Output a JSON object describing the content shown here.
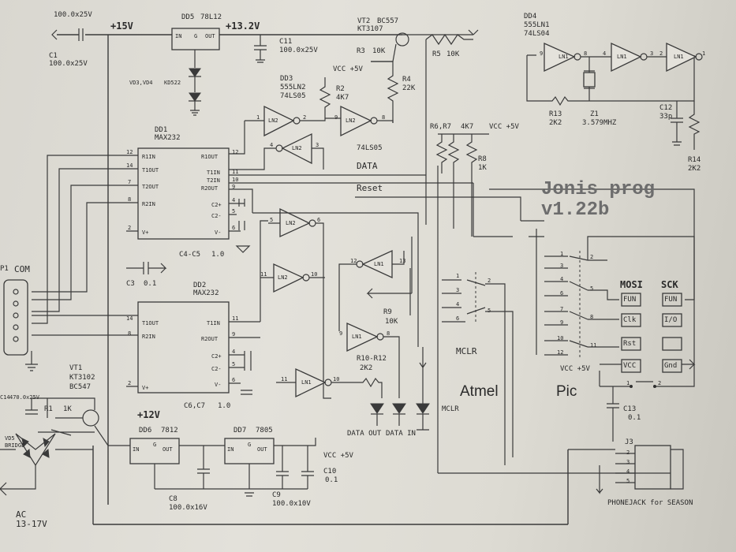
{
  "title": "Jonis prog",
  "version": "v1.22b",
  "rails": {
    "v15": "+15V",
    "v13_2": "+13.2V",
    "v12": "+12V",
    "vcc": "VCC +5V"
  },
  "programmers": {
    "atmel": "Atmel",
    "pic": "Pic"
  },
  "signals": {
    "data": "DATA",
    "reset": "Reset",
    "mclr": "MCLR",
    "mclr_led": "MCLR",
    "data_out": "DATA OUT",
    "data_in": "DATA IN"
  },
  "connectors": {
    "com": {
      "ref": "P1",
      "label": "COM"
    },
    "ac": {
      "label": "AC",
      "range": "13-17V"
    },
    "j3": {
      "ref": "J3",
      "label": "PHONEJACK for SEASON"
    }
  },
  "switch_labels": [
    "MOSI",
    "SCK"
  ],
  "switch_boxes": [
    {
      "left": "FUN",
      "right": "FUN"
    },
    {
      "left": "Clk",
      "right": "I/O"
    },
    {
      "left": "Rst",
      "right": ""
    },
    {
      "left": "VCC",
      "right": "Gnd"
    }
  ],
  "ics": {
    "dd1": {
      "ref": "DD1",
      "part": "MAX232",
      "pins_left": [
        "R1IN",
        "T1OUT",
        "T2OUT",
        "R2IN",
        "V+"
      ],
      "pins_right": [
        "R1OUT",
        "T1IN",
        "T2IN",
        "R2OUT",
        "C2+",
        "C2-",
        "V-"
      ]
    },
    "dd2": {
      "ref": "DD2",
      "part": "MAX232",
      "pins_left": [
        "T1OUT",
        "R2IN",
        "V+"
      ],
      "pins_right": [
        "T1IN",
        "R2OUT",
        "C2+",
        "C2-",
        "V-"
      ]
    },
    "dd3": {
      "ref": "DD3",
      "part": "555LN2",
      "family": "74LS05"
    },
    "dd3_note": "74LS05",
    "dd4": {
      "ref": "DD4",
      "part": "555LN1",
      "family": "74LS04"
    },
    "dd5": {
      "ref": "DD5",
      "part": "78L12",
      "in": "IN",
      "gnd": "G",
      "out": "OUT"
    },
    "dd6": {
      "ref": "DD6",
      "part": "7812",
      "in": "IN",
      "gnd": "G",
      "out": "OUT"
    },
    "dd7": {
      "ref": "DD7",
      "part": "7805",
      "in": "IN",
      "gnd": "G",
      "out": "OUT"
    }
  },
  "gate_labels": {
    "ln2": "LN2",
    "ln1": "LN1"
  },
  "transistors": {
    "vt1": {
      "ref": "VT1",
      "part1": "KT3102",
      "part2": "BC547"
    },
    "vt2": {
      "ref": "VT2",
      "part1": "BC557",
      "part2": "KT3107"
    }
  },
  "components": {
    "c1": {
      "ref": "C1",
      "value": "100.0x25V"
    },
    "c1_top": "100.0x25V",
    "c11": {
      "ref": "C11",
      "value": "100.0x25V"
    },
    "c12": {
      "ref": "C12",
      "value": "33p"
    },
    "c13": {
      "ref": "C13",
      "value": "0.1"
    },
    "c14": {
      "ref": "C14",
      "value": "470.0x25V"
    },
    "c3": {
      "ref": "C3",
      "value": "0.1"
    },
    "c4c5": {
      "ref": "C4-C5",
      "value": "1.0"
    },
    "c6c7": {
      "ref": "C6,C7",
      "value": "1.0"
    },
    "c8": {
      "ref": "C8",
      "value": "100.0x16V"
    },
    "c9": {
      "ref": "C9",
      "value": "100.0x10V"
    },
    "c10": {
      "ref": "C10",
      "value": "0.1"
    },
    "r1": {
      "ref": "R1",
      "value": "1K"
    },
    "r2": {
      "ref": "R2",
      "value": "4K7"
    },
    "r3": {
      "ref": "R3",
      "value": "10K"
    },
    "r4": {
      "ref": "R4",
      "value": "22K"
    },
    "r5": {
      "ref": "R5",
      "value": "10K"
    },
    "r6r7": {
      "ref": "R6,R7",
      "value": "4K7"
    },
    "r8": {
      "ref": "R8",
      "value": "1K"
    },
    "r9": {
      "ref": "R9",
      "value": "10K"
    },
    "r10r12": {
      "ref": "R10-R12",
      "value": "2K2"
    },
    "r13": {
      "ref": "R13",
      "value": "2K2"
    },
    "r14": {
      "ref": "R14",
      "value": "2K2"
    },
    "z1": {
      "ref": "Z1",
      "value": "3.579MHZ"
    },
    "vd3vd4": {
      "ref": "VD3,VD4",
      "value": "KD522"
    },
    "vd5": {
      "ref": "VD5",
      "value": "BRIDGE"
    }
  },
  "pin_numbers": {
    "dd1_left": [
      "12",
      "14",
      "7",
      "8",
      "2"
    ],
    "dd1_right": [
      "12",
      "11",
      "10",
      "9",
      "4",
      "5",
      "6"
    ],
    "dd2_left": [
      "14",
      "8",
      "2"
    ],
    "dd2_right": [
      "11",
      "9",
      "4",
      "5",
      "6"
    ],
    "dd3_top": [
      "1",
      "2",
      "9",
      "8"
    ],
    "dd3_mid": [
      "4",
      "3"
    ],
    "dd4": [
      "9",
      "8",
      "4",
      "3",
      "2",
      "1"
    ],
    "gate_mid": [
      "5",
      "6"
    ],
    "gate_mid2": [
      "11",
      "10"
    ],
    "gate_ln1": [
      "12",
      "13"
    ],
    "gate_r9": [
      "9",
      "8"
    ],
    "gate_low": [
      "11",
      "10"
    ],
    "sw1": [
      "1",
      "2",
      "3",
      "4",
      "5",
      "6"
    ],
    "sw2": [
      "1",
      "2",
      "3",
      "4",
      "5",
      "6",
      "7",
      "8",
      "9",
      "10",
      "11",
      "12"
    ],
    "pic_sw": [
      "1",
      "2"
    ],
    "jack": [
      "2",
      "3",
      "4",
      "5"
    ]
  }
}
